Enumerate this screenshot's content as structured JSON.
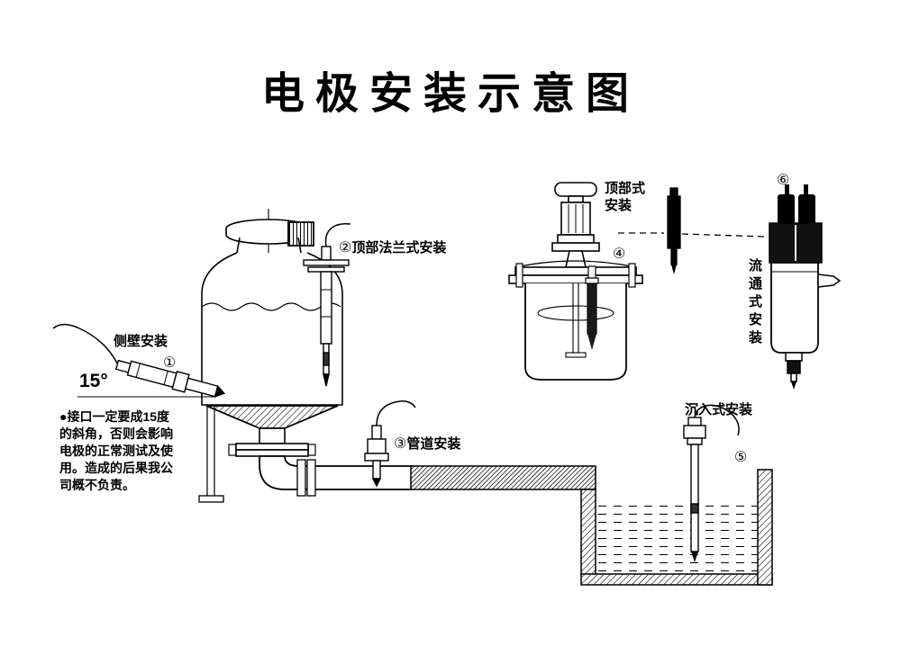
{
  "title": "电极安装示意图",
  "installations": {
    "side_wall": {
      "label": "侧壁安装",
      "number": "①",
      "angle": "15°"
    },
    "top_flange": {
      "number": "②",
      "label": "顶部法兰式安装"
    },
    "pipeline": {
      "number": "③",
      "label": "管道安装"
    },
    "top_mounted": {
      "label": "顶部式\n安装",
      "number": "④"
    },
    "immersion": {
      "label": "沉入式安装",
      "number": "⑤"
    },
    "flow_through": {
      "number": "⑥",
      "label": "流通式安装"
    }
  },
  "note": "●接口一定要成15度\n的斜角，否则会影响\n电极的正常测试及使\n用。造成的后果我公\n司概不负责。"
}
